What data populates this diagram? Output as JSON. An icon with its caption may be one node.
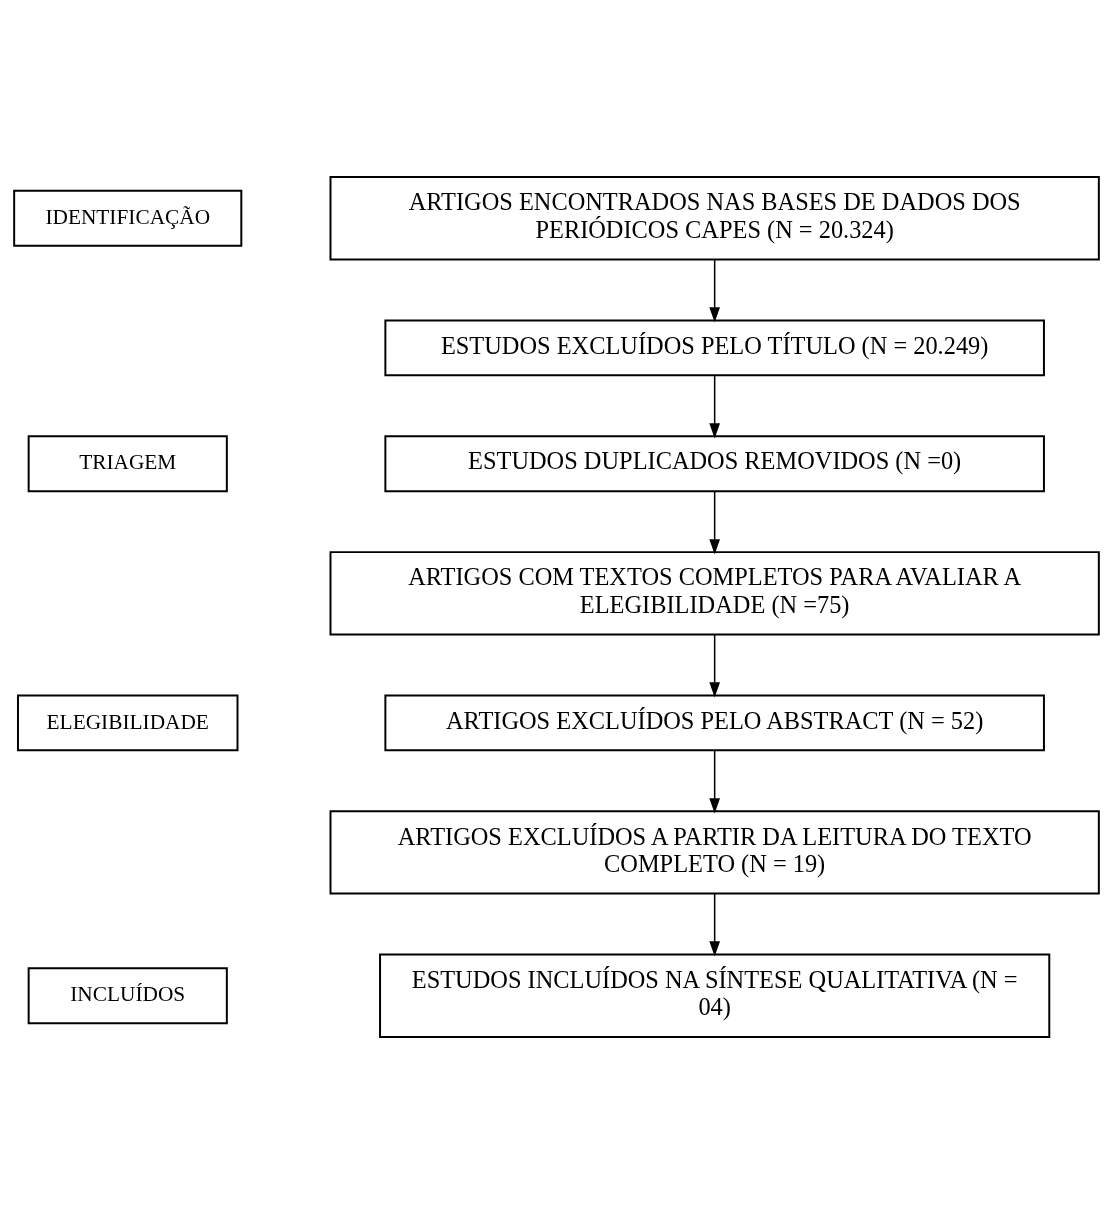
{
  "diagram": {
    "nodes": [
      {
        "text": [
          "IDENTIFICAÇÃO"
        ]
      },
      {
        "text": [
          "ARTIGOS ENCONTRADOS NAS BASES DE DADOS DOS PERIÓDICOS CAPES (N = 20.324)"
        ]
      },
      {
        "text": [
          "ESTUDOS EXCLUÍDOS PELO TÍTULO (N = 20.249)"
        ]
      },
      {
        "text": [
          "TRIAGEM"
        ]
      },
      {
        "text": [
          "ESTUDOS DUPLICADOS REMOVIDOS (N =0)"
        ]
      },
      {
        "text": [
          "ARTIGOS COM TEXTOS COMPLETOS PARA AVALIAR A ELEGIBILIDADE (N =75)"
        ]
      },
      {
        "text": [
          "ELEGIBILIDADE"
        ]
      },
      {
        "text": [
          "ARTIGOS EXCLUÍDOS PELO ABSTRACT (N = 52)"
        ]
      },
      {
        "text": [
          "ARTIGOS EXCLUÍDOS A PARTIR DA LEITURA DO TEXTO COMPLETO (N = 19)"
        ]
      },
      {
        "text": [
          "INCLUÍDOS"
        ]
      },
      {
        "text": [
          "ESTUDOS INCLUÍDOS NA SÍNTESE QUALITATIVA (N = 04)"
        ]
      }
    ],
    "edges": [
      {
        "from": 1,
        "to": 2,
        "arrow": "to"
      },
      {
        "from": 2,
        "to": 4,
        "arrow": "to"
      },
      {
        "from": 4,
        "to": 5,
        "arrow": "to"
      },
      {
        "from": 5,
        "to": 7,
        "arrow": "to"
      },
      {
        "from": 7,
        "to": 8,
        "arrow": "to"
      },
      {
        "from": 8,
        "to": 10,
        "arrow": "to"
      }
    ]
  }
}
